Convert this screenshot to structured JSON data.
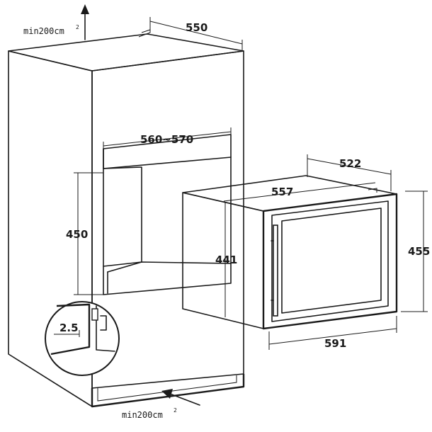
{
  "dimensions": {
    "cabinet_depth": "550",
    "niche_width": "560~570",
    "niche_height": "450",
    "appliance_depth": "522",
    "appliance_width": "557",
    "appliance_height": "441",
    "front_height": "455",
    "front_width": "591",
    "detail_gap": "2.5"
  },
  "ventilation": {
    "top_label": "min200cm",
    "top_superscript": "2",
    "bottom_label": "min200cm",
    "bottom_superscript": "2"
  }
}
